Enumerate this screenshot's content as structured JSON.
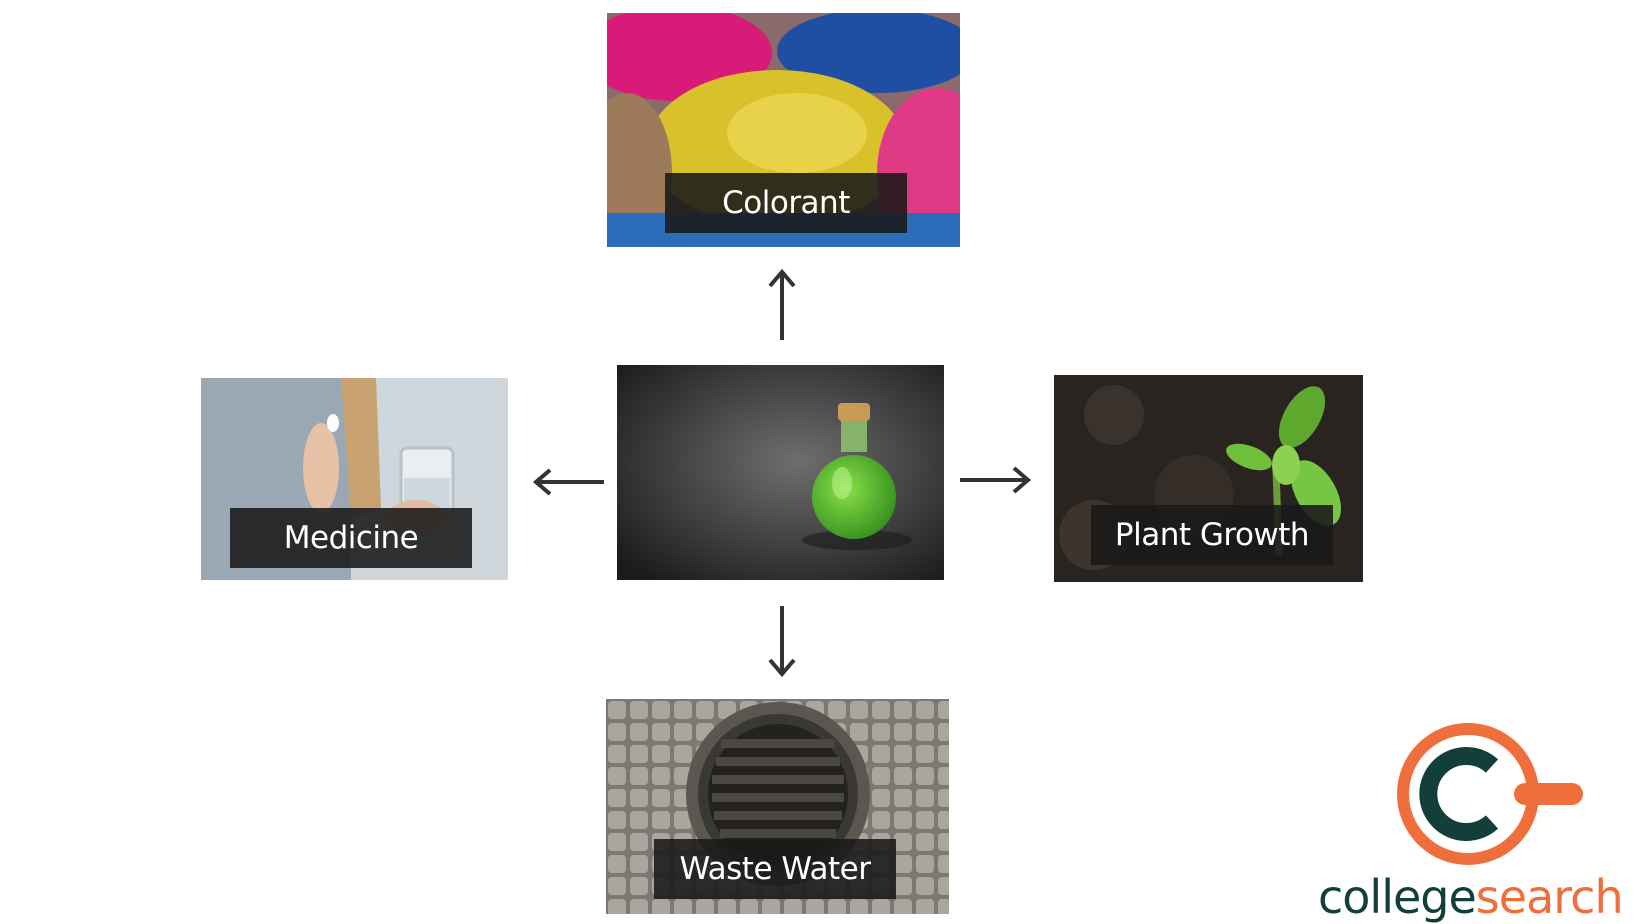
{
  "diagram": {
    "center": {
      "icon": "green-flask-icon"
    },
    "nodes": [
      {
        "id": "colorant",
        "label": "Colorant",
        "icon": "colored-powder-icon"
      },
      {
        "id": "medicine",
        "label": "Medicine",
        "icon": "pill-and-water-icon"
      },
      {
        "id": "plant",
        "label": "Plant Growth",
        "icon": "seedling-icon"
      },
      {
        "id": "waste",
        "label": "Waste Water",
        "icon": "drain-grate-icon"
      }
    ],
    "arrows": [
      "up",
      "left",
      "right",
      "down"
    ]
  },
  "logo": {
    "part1": "college",
    "part2": "search",
    "colors": {
      "ring": "#ef6f3c",
      "letter": "#123f3a"
    }
  }
}
